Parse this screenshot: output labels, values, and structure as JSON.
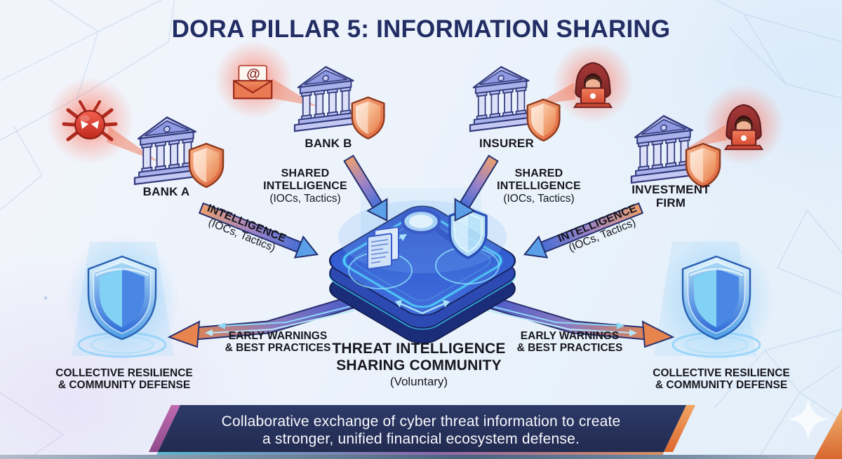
{
  "title": "DORA PILLAR 5: INFORMATION SHARING",
  "entities": {
    "bank_a": "BANK A",
    "bank_b": "BANK B",
    "insurer": "INSURER",
    "investment_firm": "INVESTMENT FIRM"
  },
  "flows": {
    "intelligence": "INTELLIGENCE",
    "intelligence_sub": "(IOCs, Tactics)",
    "shared_l1": "SHARED",
    "shared_l2": "INTELLIGENCE",
    "shared_sub": "(IOCs, Tactics)",
    "early_l1": "EARLY WARNINGS",
    "early_l2": "& BEST PRACTICES"
  },
  "hub": {
    "l1": "THREAT INTELLIGENCE",
    "l2": "SHARING COMMUNITY",
    "sub": "(Voluntary)"
  },
  "outcome": {
    "l1": "COLLECTIVE RESILIENCE",
    "l2": "& COMMUNITY DEFENSE"
  },
  "banner": {
    "l1": "Collaborative exchange of cyber threat information to create",
    "l2": "a stronger, unified financial ecosystem defense."
  },
  "icons": {
    "at_symbol": "@",
    "bank_a_threat": "malware-bug-icon",
    "bank_b_threat": "phishing-email-icon",
    "insurer_threat": "hacker-icon",
    "investment_firm_threat": "hacker-icon",
    "institution": "bank-building-icon",
    "institution_shield": "orange-shield-icon",
    "hub_platform": "cyber-platform-icon",
    "hub_contents": [
      "intel-documents-icon",
      "magnifier-icon",
      "glass-shield-icon"
    ],
    "outcome_icon": "community-shield-icon"
  },
  "colors": {
    "title_navy": "#222d64",
    "text_dark": "#17171d",
    "arrow_tail_orange": "#eda06e",
    "arrow_shaft_blue": "#4a6fd4",
    "arrow_head_blue": "#5b9fe8",
    "warning_arrow_orange": "#e8854f",
    "platform_blue": "#3058cc",
    "platform_glow_cyan": "#4fd4f8",
    "threat_red": "#d8392a",
    "shield_orange": "#e2653a",
    "shield_blue": "#4a86e4",
    "banner_navy": "#28325c",
    "banner_accent_left": "#b864a8",
    "banner_accent_right": "#e8813e",
    "background": "#edf4fb"
  }
}
